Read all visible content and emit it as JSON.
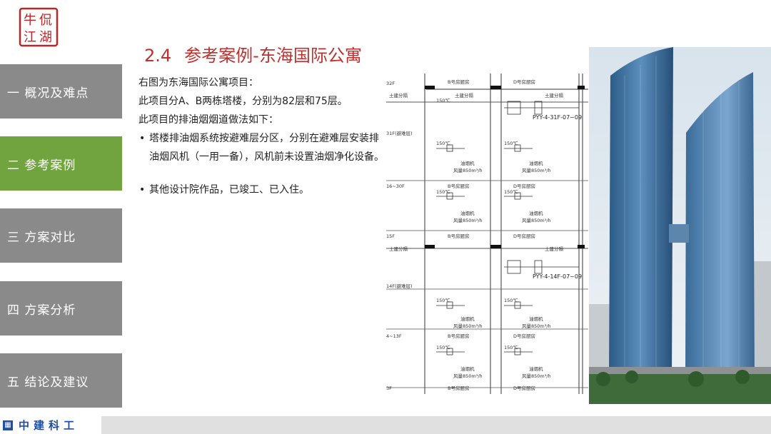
{
  "logo": {
    "text": "牛侃江湖"
  },
  "sidebar": {
    "items": [
      {
        "label": "一 概况及难点",
        "active": false
      },
      {
        "label": "二 参考案例",
        "active": true
      },
      {
        "label": "三 方案对比",
        "active": false
      },
      {
        "label": "四 方案分析",
        "active": false
      },
      {
        "label": "五 结论及建议",
        "active": false
      }
    ]
  },
  "slide": {
    "title_num": "2.4",
    "title_text": "参考案例-东海国际公寓",
    "line1": "右图为东海国际公寓项目：",
    "line2": "此项目分A、B两栋塔楼，分别为82层和75层。",
    "line3": "此项目的排油烟烟道做法如下：",
    "bullet1": "塔楼排油烟系统按避难层分区，分别在避难层安装排油烟风机（一用一备），风机前未设置油烟净化设备。",
    "bullet2": "其他设计院作品，已竣工、已入住。"
  },
  "diagram": {
    "floors": [
      "32F",
      "31F(避难层)",
      "16~30F",
      "15F",
      "14F(避难层)",
      "4~13F",
      "3F"
    ],
    "room_b": "B号房厨房",
    "room_d": "D号房厨房",
    "civil": "土建分隔",
    "temp": "150℃",
    "equip1": "PYY-4-31F-07~09",
    "equip2": "PYY-4-14F-07~09",
    "fan": "油烟机",
    "airflow": "风量850m³/h"
  },
  "footer": {
    "company": "中建科工"
  },
  "colors": {
    "accent": "#c0302e",
    "nav_active": "#71a43f",
    "nav_inactive": "#8a8a8a",
    "brand": "#1f4fa0"
  }
}
